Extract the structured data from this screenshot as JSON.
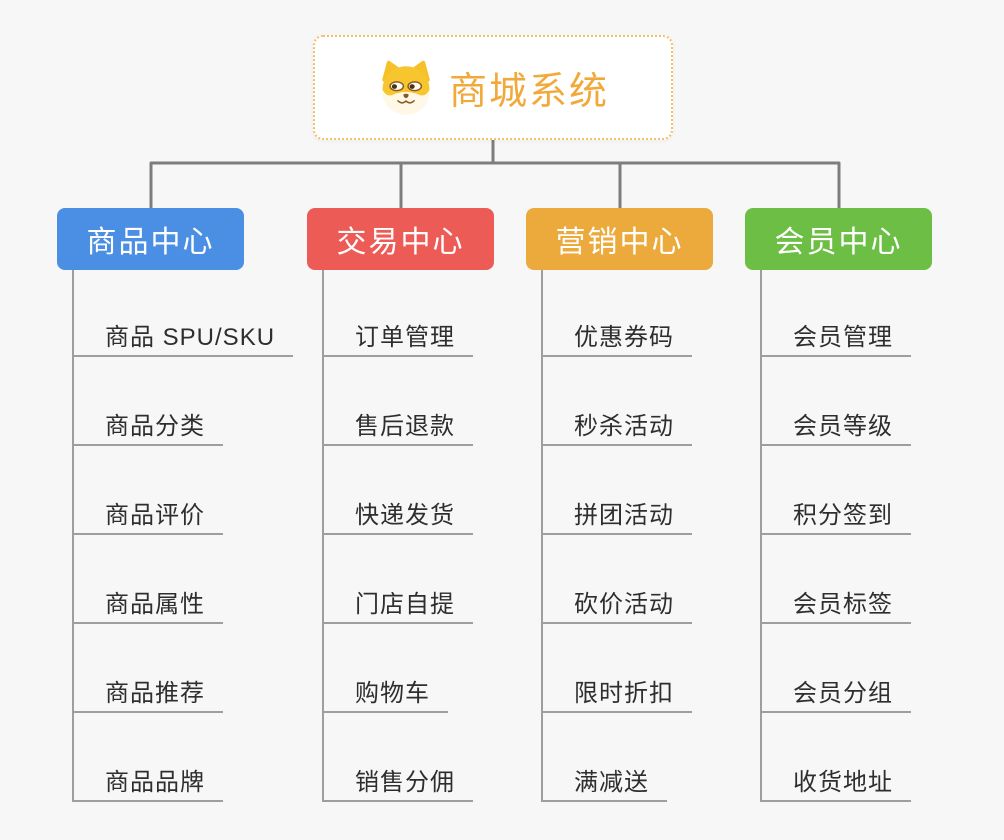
{
  "page": {
    "background_color": "#f7f7f7",
    "connector_color": "#7d7d7d",
    "line_color": "#9e9e9e",
    "item_text_color": "#2e2e2e"
  },
  "root": {
    "title": "商城系统",
    "icon": "dog-face-icon",
    "text_color": "#f2a93b",
    "border_color": "#f5be6b"
  },
  "branches": [
    {
      "label": "商品中心",
      "color": "#4b8fe5",
      "items": [
        "商品 SPU/SKU",
        "商品分类",
        "商品评价",
        "商品属性",
        "商品推荐",
        "商品品牌"
      ]
    },
    {
      "label": "交易中心",
      "color": "#ec5b55",
      "items": [
        "订单管理",
        "售后退款",
        "快递发货",
        "门店自提",
        "购物车",
        "销售分佣"
      ]
    },
    {
      "label": "营销中心",
      "color": "#eca93c",
      "items": [
        "优惠券码",
        "秒杀活动",
        "拼团活动",
        "砍价活动",
        "限时折扣",
        "满减送"
      ]
    },
    {
      "label": "会员中心",
      "color": "#6dbe45",
      "items": [
        "会员管理",
        "会员等级",
        "积分签到",
        "会员标签",
        "会员分组",
        "收货地址"
      ]
    }
  ]
}
